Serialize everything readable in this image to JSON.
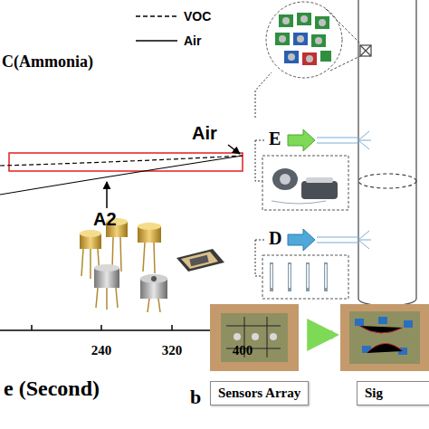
{
  "diagram": {
    "nodes": [
      {
        "text": [
          "Sensors Array"
        ]
      },
      {
        "text": [
          "Sig"
        ]
      }
    ],
    "edges": [
      {
        "from": 0,
        "to": 1,
        "arrow": "to"
      }
    ],
    "labels": [
      "C(Ammonia)",
      "Air",
      "A2",
      "240",
      "320",
      "400",
      "e (Second)",
      "b",
      "E",
      "D"
    ],
    "legend": [
      {
        "text": "VOC"
      },
      {
        "text": "Air"
      }
    ]
  }
}
